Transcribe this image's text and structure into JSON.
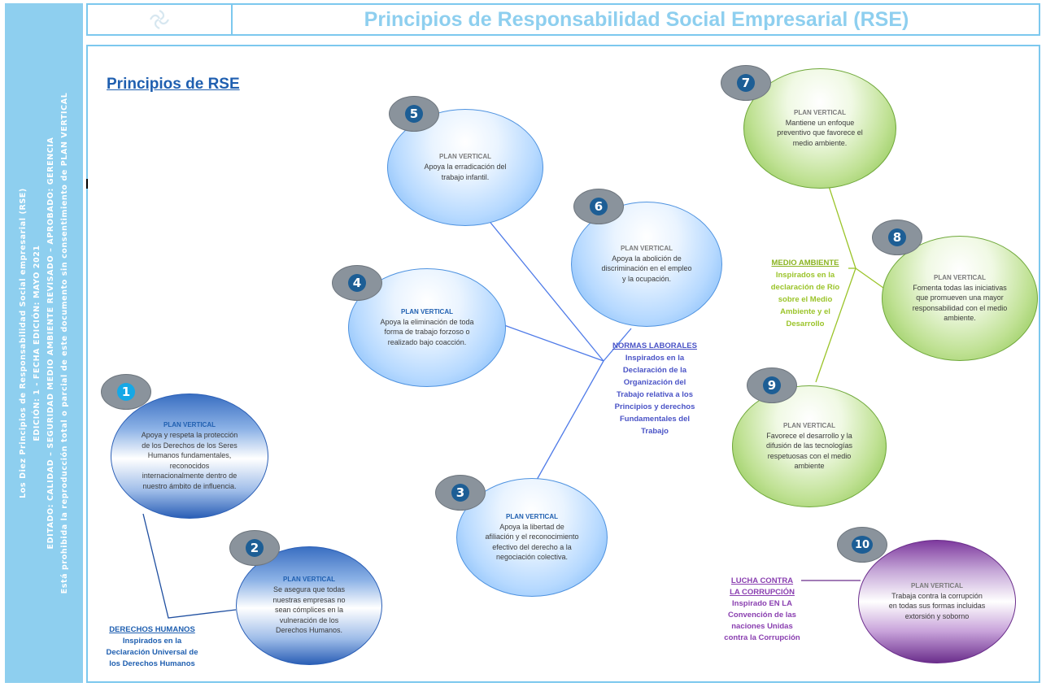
{
  "header": {
    "title": "Principios de Responsabilidad Social Empresarial (RSE)"
  },
  "sidebar": {
    "lines": [
      "Los Diez Principios de Responsabilidad Social empresarial (RSE)",
      "EDICIÓN: 1 - FECHA EDICIÓN: MAYO 2021",
      "EDITADO: CALIDAD – SEGURIDAD MEDIO AMBIENTE      REVISADO – APROBADO: GERENCIA",
      "Está prohibida la reproducción total o parcial de este documento sin consentimiento de PLAN VERTICAL"
    ]
  },
  "page_heading": "Principios de RSE",
  "colors": {
    "accent": "#8ecfef",
    "heading": "#1f5fb0",
    "badge_gray": "#8a939c",
    "badge_num": "#1d5e95",
    "green": "#9bc42a",
    "purple": "#8a3fb0"
  },
  "categories": {
    "derechos_humanos": {
      "title": "DERECHOS HUMANOS",
      "lines": [
        "Inspirados en la",
        "Declaración Universal de",
        "los Derechos Humanos"
      ]
    },
    "normas_laborales": {
      "title": "NORMAS LABORALES",
      "lines": [
        "Inspirados en la",
        "Declaración de la",
        "Organización del",
        "Trabajo relativa a los",
        "Principios y derechos",
        "Fundamentales del",
        "Trabajo"
      ]
    },
    "medio_ambiente": {
      "title": "MEDIO AMBIENTE",
      "lines": [
        "Inspirados en la",
        "declaración de Río",
        "sobre el Medio",
        "Ambiente y el",
        "Desarrollo"
      ]
    },
    "lucha_corrupcion": {
      "title_line1": "LUCHA CONTRA",
      "title_line2": "LA CORRUPCIÓN",
      "lines": [
        "Inspirado EN LA",
        "Convención de las",
        "naciones Unidas",
        "contra la Corrupción"
      ]
    }
  },
  "principles": [
    {
      "num": "1",
      "title": "PLAN VERTICAL",
      "text": "Apoya y respeta la protección de los Derechos de los Seres Humanos fundamentales, reconocidos internacionalmente dentro de nuestro ámbito de influencia."
    },
    {
      "num": "2",
      "title": "PLAN VERTICAL",
      "text": "Se asegura que todas nuestras empresas no sean cómplices en la vulneración de los Derechos Humanos."
    },
    {
      "num": "3",
      "title": "PLAN VERTICAL",
      "text": "Apoya la libertad de afiliación y el reconocimiento efectivo del derecho a la negociación colectiva."
    },
    {
      "num": "4",
      "title": "PLAN VERTICAL",
      "text": "Apoya la eliminación de toda forma de trabajo forzoso o realizado bajo coacción."
    },
    {
      "num": "5",
      "title": "PLAN VERTICAL",
      "text": "Apoya la erradicación del trabajo infantil."
    },
    {
      "num": "6",
      "title": "PLAN VERTICAL",
      "text": "Apoya la abolición de discriminación en el empleo y la ocupación."
    },
    {
      "num": "7",
      "title": "PLAN VERTICAL",
      "text": "Mantiene un enfoque preventivo que favorece el medio ambiente."
    },
    {
      "num": "8",
      "title": "PLAN VERTICAL",
      "text": "Fomenta todas las iniciativas que promueven una mayor responsabilidad con el medio ambiente."
    },
    {
      "num": "9",
      "title": "PLAN VERTICAL",
      "text": "Favorece el desarrollo y la difusión de las tecnologías respetuosas con el medio ambiente"
    },
    {
      "num": "10",
      "title": "PLAN VERTICAL",
      "text": "Trabaja contra la corrupción en todas sus formas incluidas extorsión y soborno"
    }
  ]
}
